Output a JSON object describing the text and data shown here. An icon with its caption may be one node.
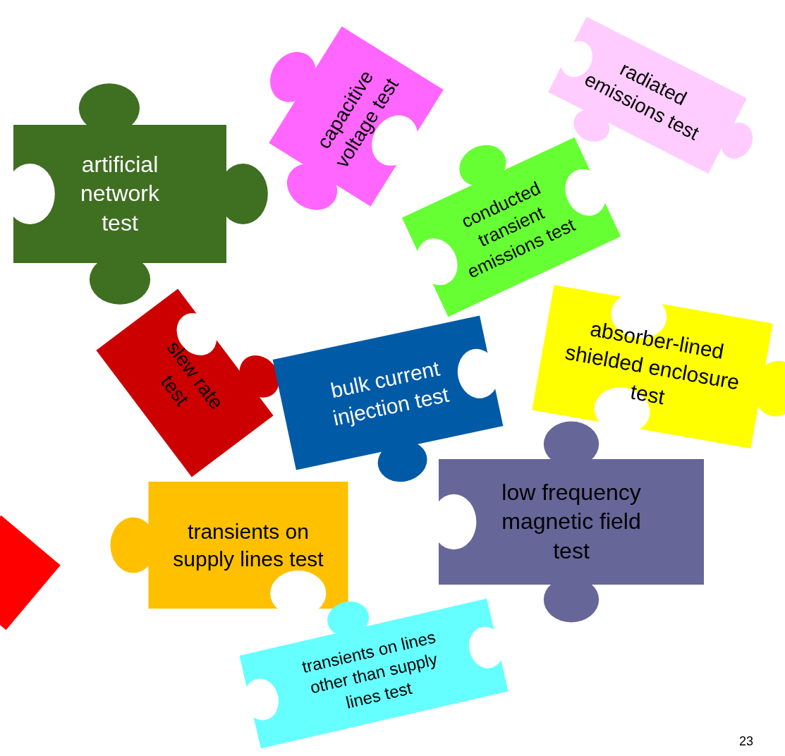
{
  "diagram": {
    "nodes": [
      {
        "text": [
          "capacitive voltage test"
        ]
      },
      {
        "text": [
          "radiated emissions test"
        ]
      },
      {
        "text": [
          "artificial network test"
        ]
      },
      {
        "text": [
          "conducted transient emissions test"
        ]
      },
      {
        "text": [
          "slew rate test"
        ]
      },
      {
        "text": [
          "bulk current injection test"
        ]
      },
      {
        "text": [
          "absorber-lined shielded enclosure test"
        ]
      },
      {
        "text": [
          "low frequency magnetic field test"
        ]
      },
      {
        "text": [
          "transients on supply lines test"
        ]
      },
      {
        "text": [
          "transients on lines other than supply lines test"
        ]
      },
      {
        "text": [],
        "shape": "box"
      }
    ],
    "edges": [],
    "labels": [
      "23"
    ]
  }
}
